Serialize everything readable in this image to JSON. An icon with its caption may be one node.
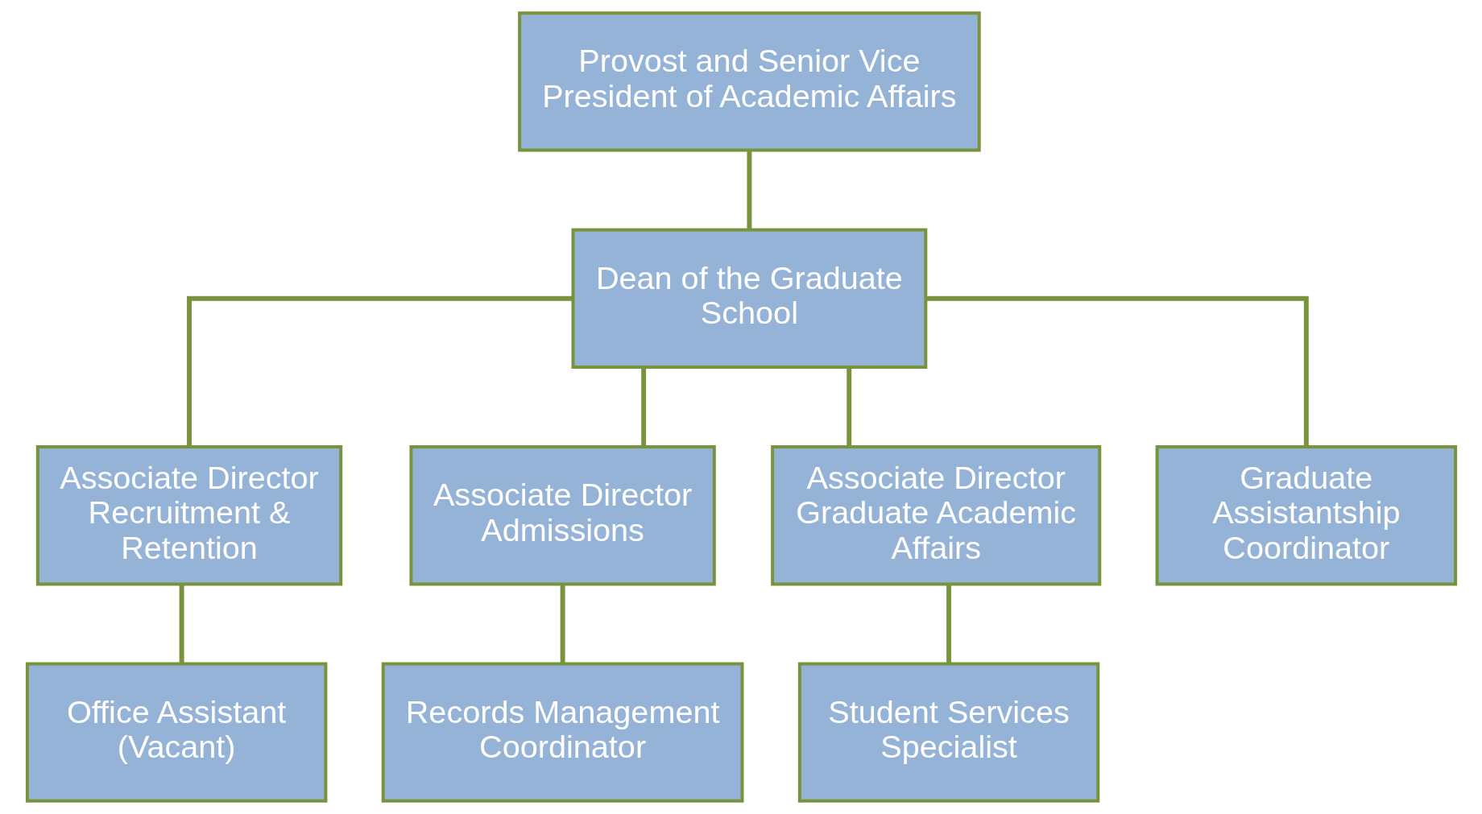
{
  "diagram": {
    "nodes": [
      {
        "text": [
          "Provost and Senior Vice President of Academic Affairs"
        ]
      },
      {
        "text": [
          "Dean of the Graduate School"
        ]
      },
      {
        "text": [
          "Associate Director Recruitment & Retention"
        ]
      },
      {
        "text": [
          "Associate Director Admissions"
        ]
      },
      {
        "text": [
          "Associate Director Graduate Academic Affairs"
        ]
      },
      {
        "text": [
          "Graduate Assistantship Coordinator"
        ]
      },
      {
        "text": [
          "Office Assistant (Vacant)"
        ]
      },
      {
        "text": [
          "Records Management Coordinator"
        ]
      },
      {
        "text": [
          "Student Services Specialist"
        ]
      }
    ],
    "edges": [
      {
        "from": 0,
        "to": 1,
        "arrow": "none"
      },
      {
        "from": 1,
        "to": 2,
        "arrow": "none"
      },
      {
        "from": 1,
        "to": 3,
        "arrow": "none"
      },
      {
        "from": 1,
        "to": 4,
        "arrow": "none"
      },
      {
        "from": 1,
        "to": 5,
        "arrow": "none"
      },
      {
        "from": 2,
        "to": 6,
        "arrow": "none"
      },
      {
        "from": 3,
        "to": 7,
        "arrow": "none"
      },
      {
        "from": 4,
        "to": 8,
        "arrow": "none"
      }
    ]
  }
}
